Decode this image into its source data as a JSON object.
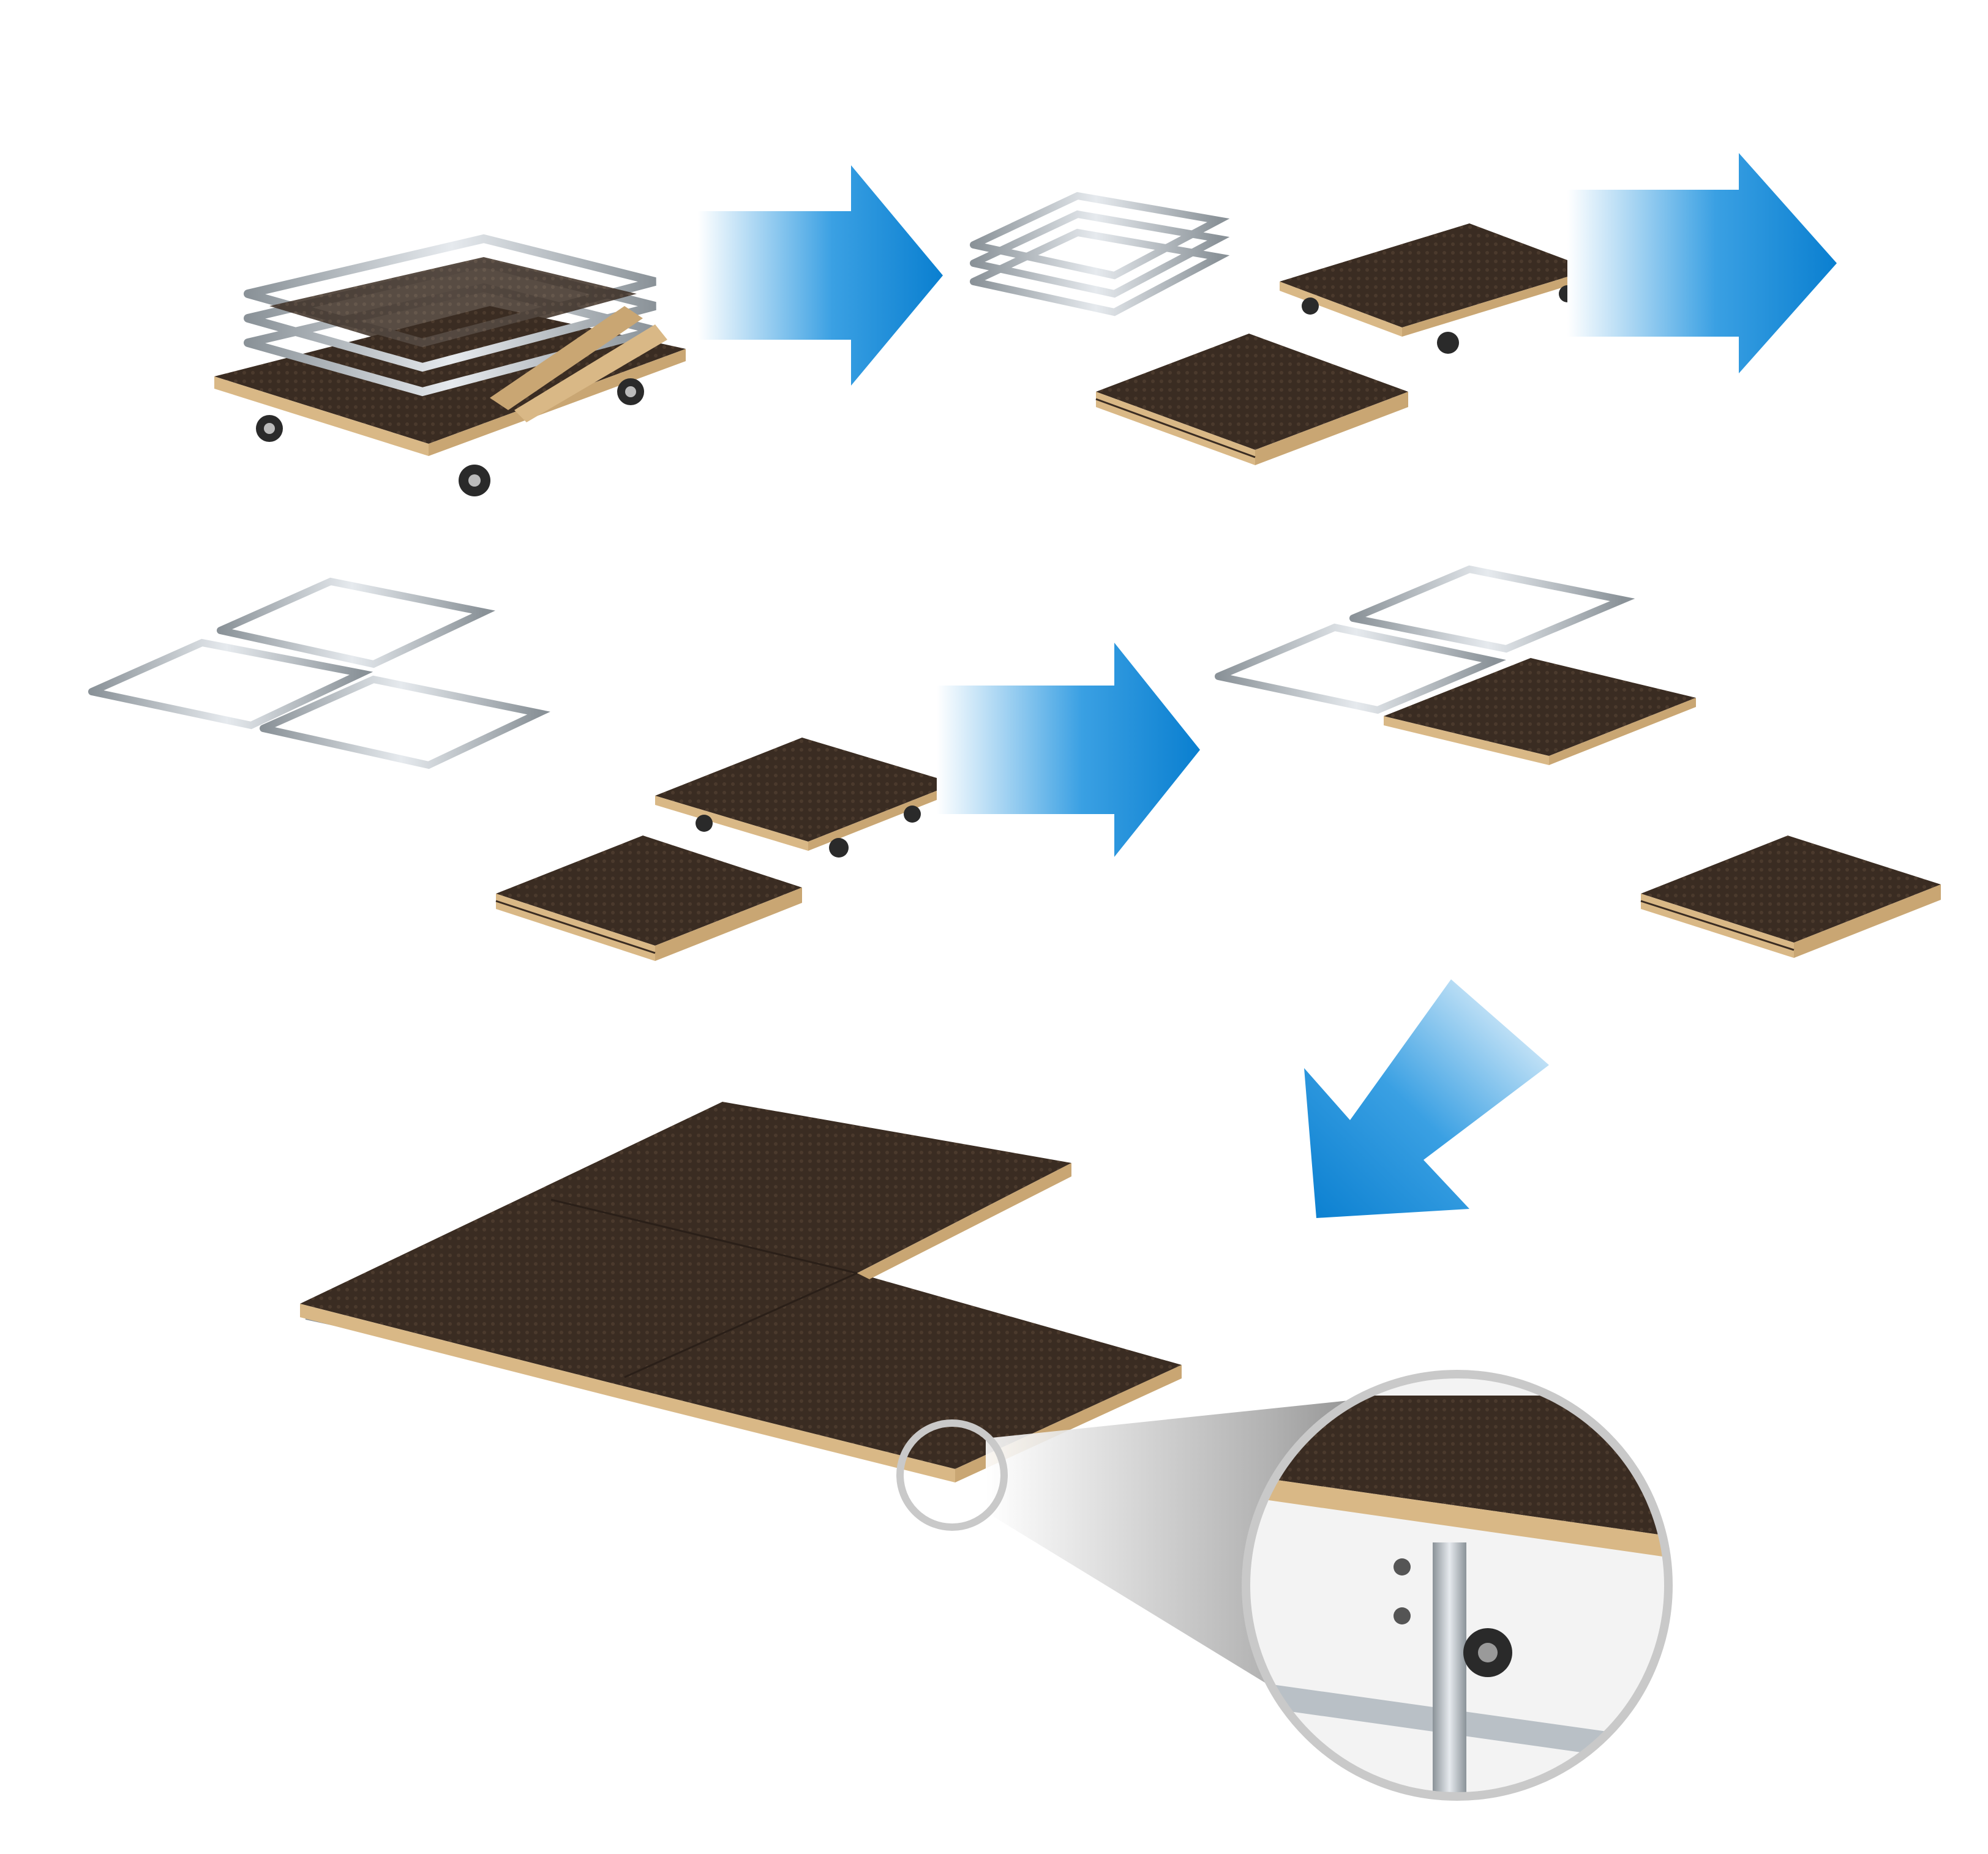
{
  "diagram": {
    "steps": [
      {
        "id": "step-1",
        "description_visible_text": ""
      },
      {
        "id": "step-2",
        "description_visible_text": ""
      },
      {
        "id": "step-3",
        "description_visible_text": ""
      },
      {
        "id": "step-4",
        "description_visible_text": ""
      },
      {
        "id": "step-5",
        "description_visible_text": ""
      }
    ],
    "colors": {
      "arrow_dark": "#0a7fd0",
      "arrow_light": "#ffffff",
      "deck_top": "#3a2c22",
      "deck_edge": "#d9b886",
      "frame_metal": "#b9c0c6",
      "frame_shadow": "#7d858c",
      "detail_ring": "#c9c9c9",
      "detail_cone": "#8c8c8c"
    },
    "icons": [
      "arrow-right-icon",
      "arrow-down-left-icon",
      "magnify-detail-icon"
    ]
  }
}
